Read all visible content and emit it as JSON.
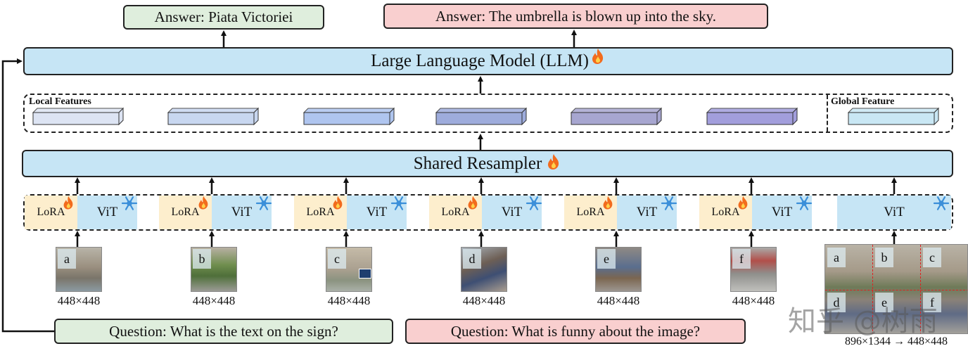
{
  "answers": {
    "left": "Answer:  Piata Victoriei",
    "right": "Answer:  The umbrella is blown up into the sky."
  },
  "llm": {
    "label": "Large Language Model (LLM)"
  },
  "features": {
    "local_label": "Local Features",
    "global_label": "Global Feature",
    "local_colors": [
      "#dde4f3",
      "#c8d7f0",
      "#afc5ef",
      "#9eacdc",
      "#a7a6d0",
      "#a29edc"
    ],
    "global_color": "#c9e7f4"
  },
  "resampler": {
    "label": "Shared Resampler"
  },
  "encoders": {
    "lora_label": "LoRA",
    "vit_label": "ViT",
    "colors": {
      "lora": "#fdeecd",
      "vit": "#c6e5f5"
    }
  },
  "slices": [
    {
      "letter": "a",
      "size": "448×448"
    },
    {
      "letter": "b",
      "size": "448×448"
    },
    {
      "letter": "c",
      "size": "448×448"
    },
    {
      "letter": "d",
      "size": "448×448"
    },
    {
      "letter": "e",
      "size": "448×448"
    },
    {
      "letter": "f",
      "size": "448×448"
    }
  ],
  "global_image": {
    "letters": [
      "a",
      "b",
      "c",
      "d",
      "e",
      "f"
    ],
    "resize_label": "896×1344 → 448×448"
  },
  "questions": {
    "left": "Question: What is the text on the sign?",
    "right": "Question: What is funny about the image?"
  },
  "icons": {
    "trainable": "fire-icon",
    "frozen": "snowflake-icon"
  },
  "watermark": "知乎 @树雨"
}
